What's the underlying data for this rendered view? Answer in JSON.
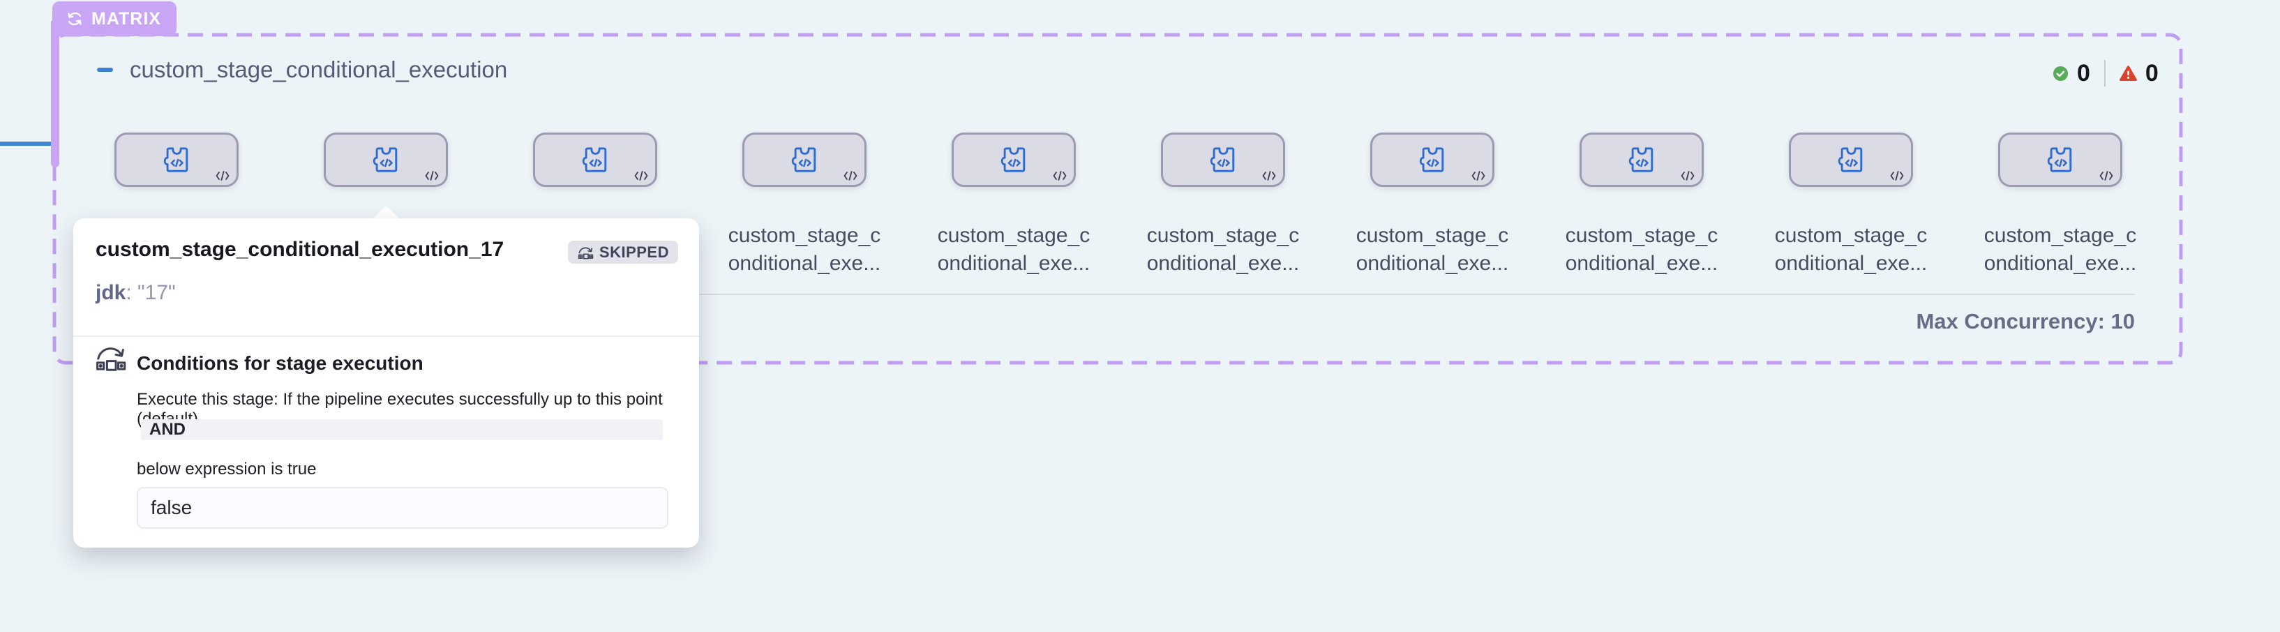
{
  "matrix": {
    "badge_label": "MATRIX",
    "title": "custom_stage_conditional_execution"
  },
  "status": {
    "success_count": "0",
    "failed_count": "0"
  },
  "stages": {
    "count": 10,
    "items": [
      {},
      {},
      {},
      {
        "label_line1": "custom_stage_c",
        "label_line2": "onditional_exe..."
      },
      {
        "label_line1": "custom_stage_c",
        "label_line2": "onditional_exe..."
      },
      {
        "label_line1": "custom_stage_c",
        "label_line2": "onditional_exe..."
      },
      {
        "label_line1": "custom_stage_c",
        "label_line2": "onditional_exe..."
      },
      {
        "label_line1": "custom_stage_c",
        "label_line2": "onditional_exe..."
      },
      {
        "label_line1": "custom_stage_c",
        "label_line2": "onditional_exe..."
      },
      {
        "label_line1": "custom_stage_c",
        "label_line2": "onditional_exe..."
      }
    ]
  },
  "footer": {
    "max_concurrency": "Max Concurrency: 10"
  },
  "popover": {
    "title": "custom_stage_conditional_execution_17",
    "status_badge": "SKIPPED",
    "variable_name": "jdk",
    "variable_value": ": \"17\"",
    "conditions_heading": "Conditions for stage execution",
    "conditions_description": "Execute this stage: If the pipeline executes successfully up to this point (default)",
    "operator": "AND",
    "operator_suffix_text": "below expression is true",
    "expression_value": "false"
  },
  "colors": {
    "background": "#edf4f8",
    "matrix_purple": "#c9a6f5",
    "dashed_border_purple": "#bf9ef2",
    "edge_blue": "#3f86d6",
    "stage_icon_blue": "#2b6bd3",
    "card_fill": "#dadbe4",
    "card_border": "#9b9cb2",
    "success_green": "#57ab5a",
    "failed_red": "#d8432f"
  }
}
